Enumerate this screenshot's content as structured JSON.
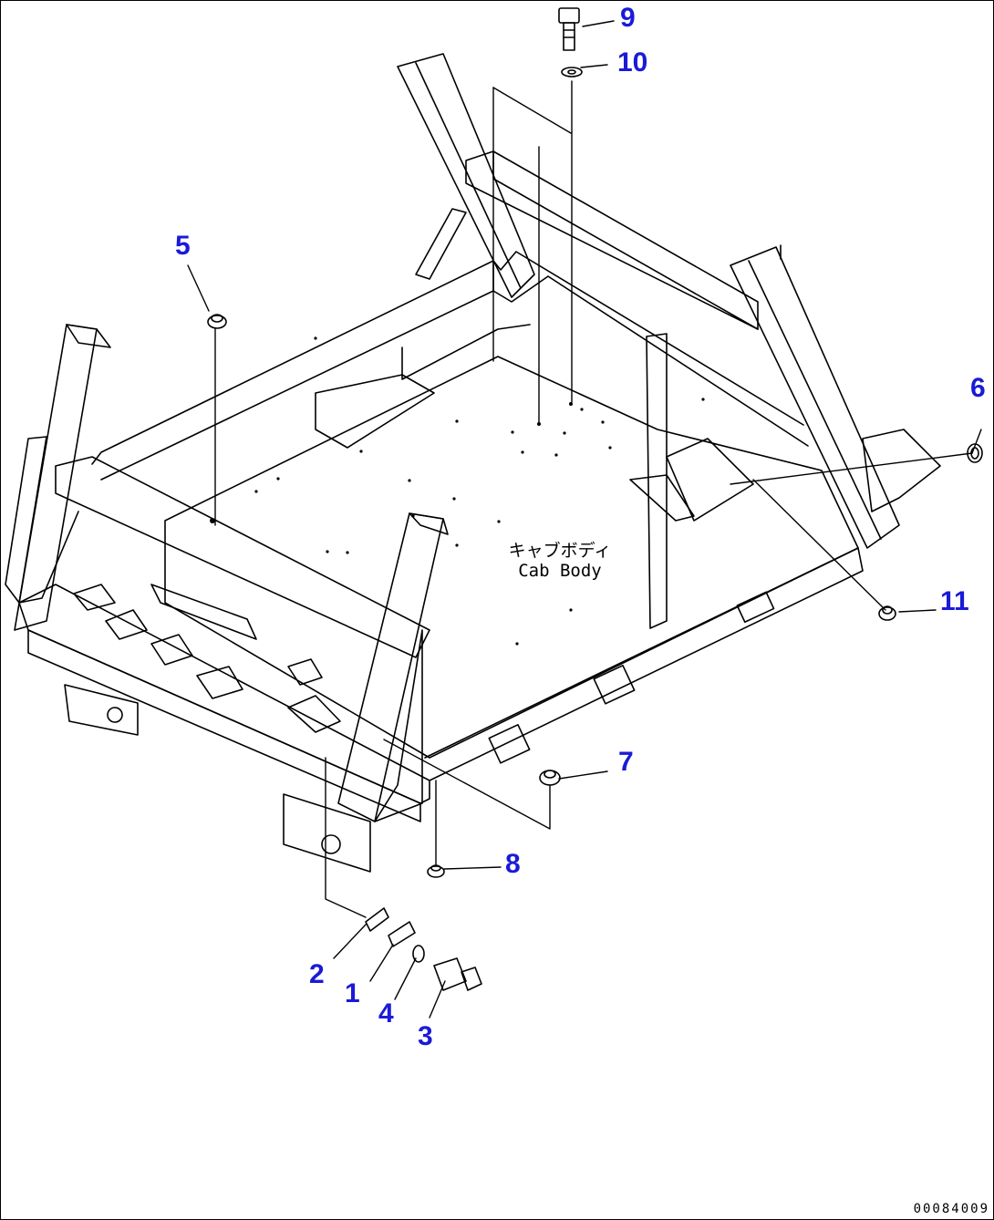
{
  "drawing": {
    "center_label": {
      "japanese": "キャブボディ",
      "english": "Cab Body"
    },
    "drawing_number": "00084009",
    "callout_color": "#1a1ad8",
    "callouts": [
      {
        "id": "1",
        "label": "1"
      },
      {
        "id": "2",
        "label": "2"
      },
      {
        "id": "3",
        "label": "3"
      },
      {
        "id": "4",
        "label": "4"
      },
      {
        "id": "5",
        "label": "5"
      },
      {
        "id": "6",
        "label": "6"
      },
      {
        "id": "7",
        "label": "7"
      },
      {
        "id": "8",
        "label": "8"
      },
      {
        "id": "9",
        "label": "9"
      },
      {
        "id": "10",
        "label": "10"
      },
      {
        "id": "11",
        "label": "11"
      }
    ]
  }
}
